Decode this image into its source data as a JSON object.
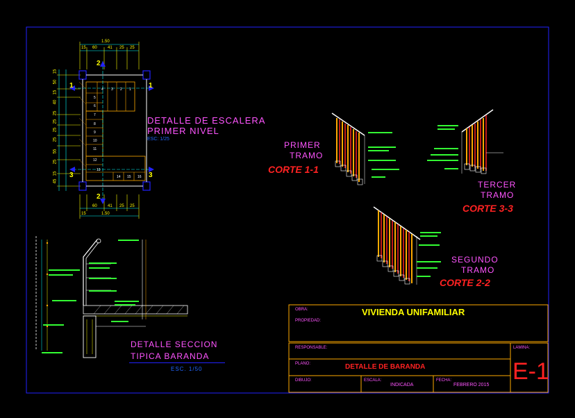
{
  "stair_detail": {
    "title_line1": "DETALLE DE ESCALERA",
    "title_line2": "PRIMER NIVEL",
    "scale": "ESC: 1/25",
    "top_dims": [
      "1.50",
      "15",
      "60",
      "41",
      "25",
      "25"
    ],
    "bottom_dims": [
      "60",
      "41",
      "25",
      "25",
      "1.50",
      "15"
    ],
    "left_dims": [
      "15",
      "50",
      "15",
      "40",
      "25",
      "25",
      "25",
      "25",
      "55",
      "25",
      "15",
      "45"
    ],
    "section_markers": [
      "1",
      "1",
      "2",
      "2",
      "3",
      "3"
    ],
    "step_numbers": [
      "1",
      "2",
      "3",
      "4",
      "5",
      "6",
      "7",
      "8",
      "9",
      "10",
      "11",
      "12",
      "13",
      "14",
      "15",
      "16"
    ]
  },
  "railing_section": {
    "title_line1": "DETALLE SECCION",
    "title_line2": "TIPICA BARANDA",
    "scale": "ESC. 1/50"
  },
  "cortes": [
    {
      "label_line1": "PRIMER",
      "label_line2": "TRAMO",
      "corte": "CORTE 1-1"
    },
    {
      "label_line1": "TERCER",
      "label_line2": "TRAMO",
      "corte": "CORTE 3-3"
    },
    {
      "label_line1": "SEGUNDO",
      "label_line2": "TRAMO",
      "corte": "CORTE 2-2"
    }
  ],
  "title_block": {
    "obra_label": "OBRA:",
    "propiedad_label": "PROPIEDAD:",
    "project_title": "VIVIENDA UNIFAMILIAR",
    "responsable_label": "RESPONSABLE:",
    "plano_label": "PLANO:",
    "plano_value": "DETALLE DE BARANDA",
    "dibujo_label": "DIBUJO:",
    "escala_label": "ESCALA:",
    "escala_value": "INDICADA",
    "fecha_label": "FECHA:",
    "fecha_value": "FEBRERO 2015",
    "lamina_label": "LAMINA:",
    "lamina_value": "E-1"
  },
  "colors": {
    "background": "#000000",
    "frame": "#2222ff",
    "title_block": "#ffaa00",
    "magenta": "#ff55ff",
    "red": "#ff2222",
    "yellow": "#ffff00",
    "green": "#33ff33",
    "cyan": "#00ffff",
    "white": "#ffffff"
  }
}
